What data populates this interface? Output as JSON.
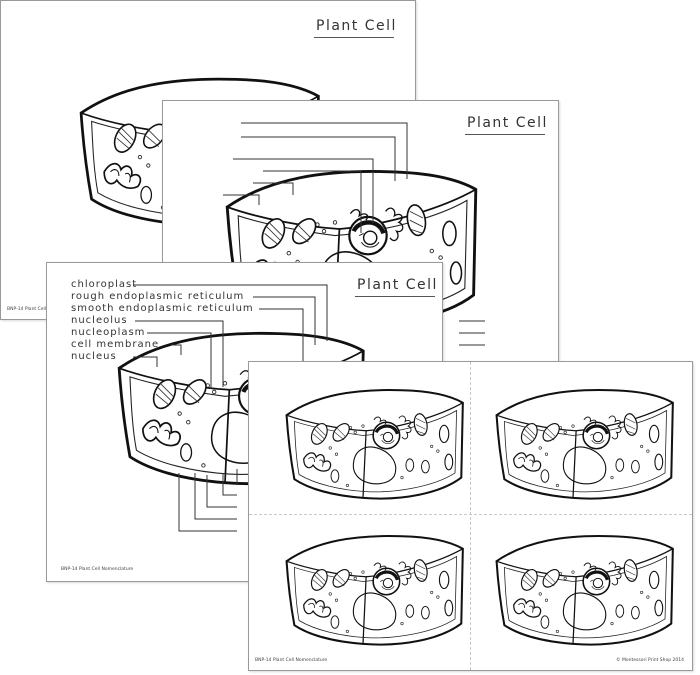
{
  "sheets": {
    "sheet1": {
      "title": "Plant Cell",
      "footer": "BNP-14 Plant Cell"
    },
    "sheet2": {
      "title": "Plant Cell"
    },
    "sheet3": {
      "title": "Plant Cell",
      "footer": "BNP-14 Plant Cell Nomenclature",
      "labels": [
        "chloroplast",
        "rough endoplasmic reticulum",
        "smooth endoplasmic reticulum",
        "nucleolus",
        "nucleoplasm",
        "cell membrane",
        "nucleus"
      ]
    },
    "sheet4": {
      "footer_left": "BNP-14 Plant Cell Nomenclature",
      "footer_right": "© Montessori Print Shop 2014"
    }
  }
}
